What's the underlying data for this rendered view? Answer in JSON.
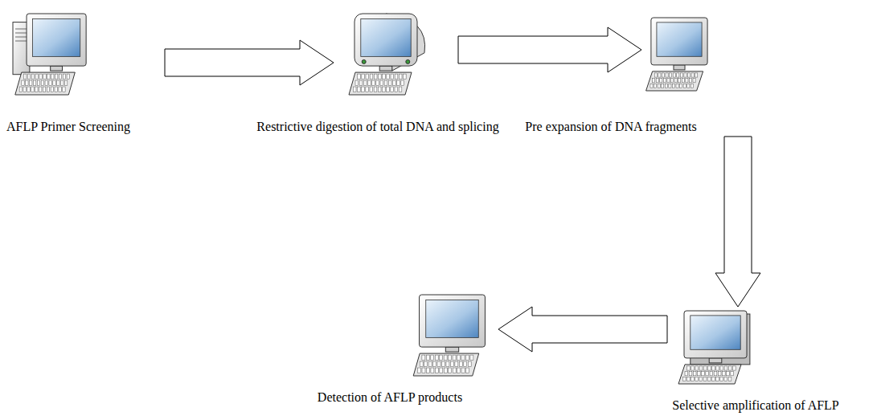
{
  "diagram": {
    "nodes": [
      {
        "text": [
          "AFLP Primer Screening"
        ]
      },
      {
        "text": [
          "Restrictive digestion of total DNA and splicing"
        ]
      },
      {
        "text": [
          "Pre expansion of DNA fragments"
        ]
      },
      {
        "text": [
          "Selective amplification of AFLP"
        ]
      },
      {
        "text": [
          "Detection of AFLP products"
        ]
      }
    ],
    "edges": [
      {
        "from": 0,
        "to": 1,
        "arrow": "to"
      },
      {
        "from": 1,
        "to": 2,
        "arrow": "to"
      },
      {
        "from": 2,
        "to": 3,
        "arrow": "to"
      },
      {
        "from": 3,
        "to": 4,
        "arrow": "to"
      }
    ]
  }
}
